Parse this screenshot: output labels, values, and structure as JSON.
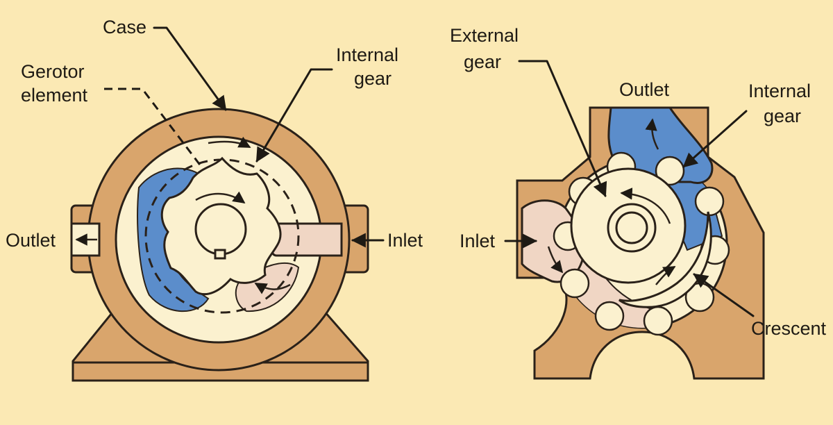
{
  "colors": {
    "background": "#fbe9b4",
    "case": "#d9a56c",
    "chamber": "#fbf1cf",
    "outlet_fluid": "#5b8dcb",
    "inlet_fluid": "#f0d6c4",
    "ink": "#2a2119"
  },
  "gerotor_pump": {
    "labels": {
      "case": "Case",
      "gerotor_element_line1": "Gerotor",
      "gerotor_element_line2": "element",
      "internal_gear_line1": "Internal",
      "internal_gear_line2": "gear",
      "outlet": "Outlet",
      "inlet": "Inlet"
    }
  },
  "crescent_pump": {
    "labels": {
      "external_gear_line1": "External",
      "external_gear_line2": "gear",
      "outlet": "Outlet",
      "internal_gear_line1": "Internal",
      "internal_gear_line2": "gear",
      "inlet": "Inlet",
      "crescent": "Crescent"
    }
  }
}
